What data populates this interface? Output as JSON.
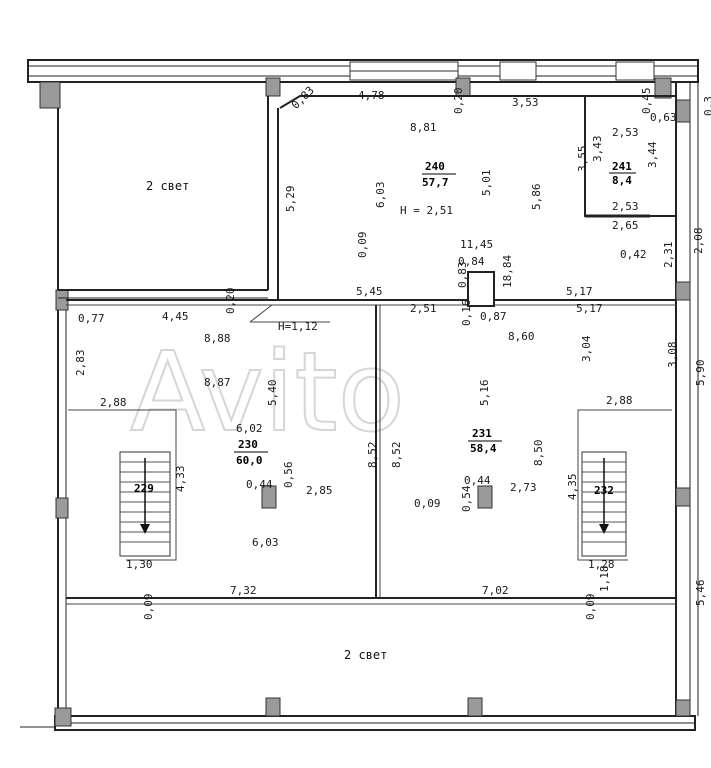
{
  "watermark": "Avito",
  "rooms": {
    "r240": {
      "num": "240",
      "area": "57,7",
      "height": "H = 2,51"
    },
    "r241": {
      "num": "241",
      "area": "8,4"
    },
    "r230": {
      "num": "230",
      "area": "60,0"
    },
    "r231": {
      "num": "231",
      "area": "58,4"
    },
    "r229": {
      "num": "229"
    },
    "r232": {
      "num": "232"
    },
    "h_beam": "H=1,12",
    "light_top": "2 свет",
    "light_bottom": "2 свет"
  },
  "dims": {
    "d1": "0,83",
    "d2": "4,78",
    "d3": "0,20",
    "d4": "3,53",
    "d5": "0,45",
    "d6": "0,63",
    "d7": "8,81",
    "d8": "2,53",
    "d9": "3,43",
    "d10": "3,55",
    "d11": "3,44",
    "d12": "5,29",
    "d13": "6,03",
    "d14": "5,01",
    "d15": "5,86",
    "d16": "2,53",
    "d17": "2,65",
    "d18": "0,09",
    "d19": "11,45",
    "d20": "0,84",
    "d21": "0,42",
    "d22": "2,31",
    "d23": "2,08",
    "d24": "5,45",
    "d25": "0,83",
    "d26": "18,84",
    "d27": "5,17",
    "d28": "5,17",
    "d29": "0,77",
    "d30": "4,45",
    "d31": "0,20",
    "d32": "2,51",
    "d33": "0,16",
    "d34": "0,87",
    "d35": "8,88",
    "d36": "8,60",
    "d37": "3,04",
    "d38": "3,08",
    "d39": "2,83",
    "d40": "8,87",
    "d41": "5,40",
    "d42": "5,16",
    "d43": "5,90",
    "d44": "2,88",
    "d45": "2,88",
    "d46": "6,02",
    "d47": "8,52",
    "d48": "8,52",
    "d49": "8,50",
    "d50": "4,33",
    "d51": "0,44",
    "d52": "0,56",
    "d53": "2,85",
    "d54": "0,44",
    "d55": "2,73",
    "d56": "4,35",
    "d57": "0,09",
    "d58": "0,54",
    "d59": "6,03",
    "d60": "1,30",
    "d61": "1,28",
    "d62": "7,32",
    "d63": "7,02",
    "d64": "0,09",
    "d65": "0,09",
    "d66": "1,18",
    "d67": "5,46",
    "d68": "0,3"
  }
}
